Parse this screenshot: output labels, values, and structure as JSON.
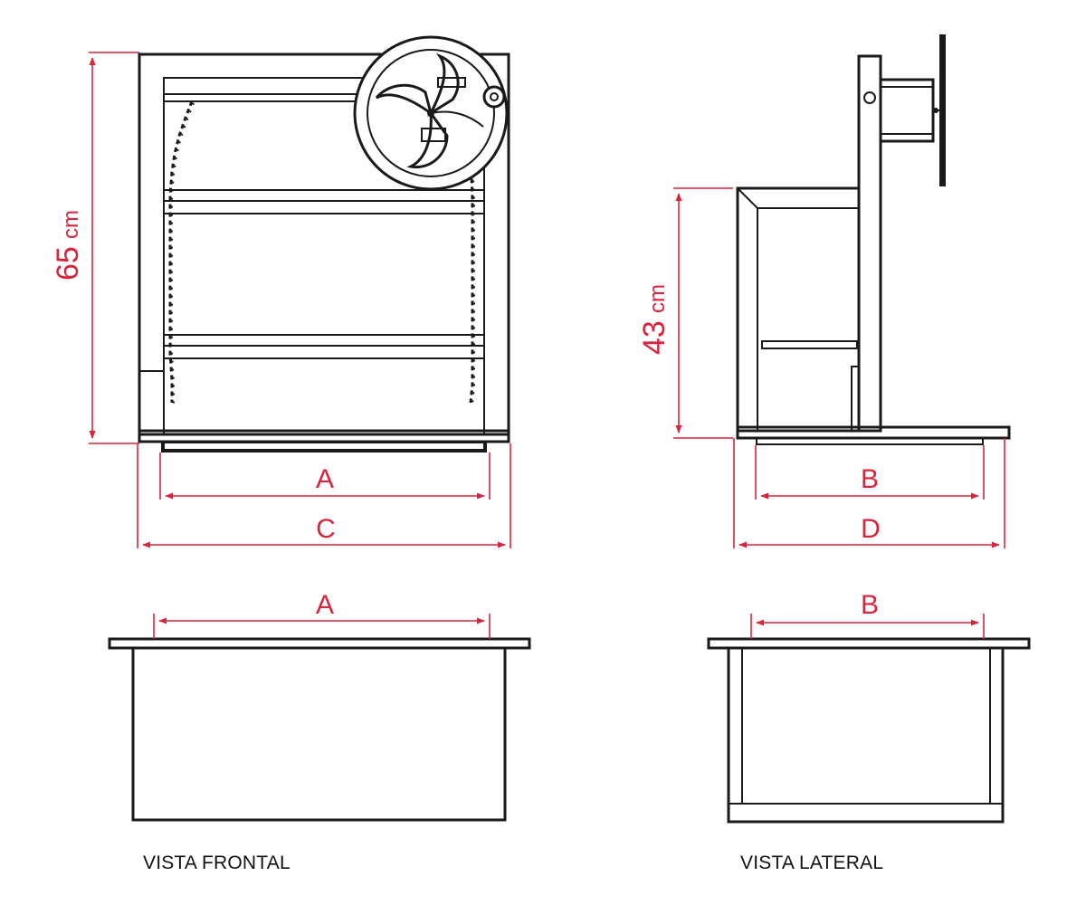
{
  "dimensions": {
    "height_front": {
      "value": "65",
      "unit": "cm"
    },
    "height_side": {
      "value": "43",
      "unit": "cm"
    },
    "label_a": "A",
    "label_b": "B",
    "label_c": "C",
    "label_d": "D"
  },
  "captions": {
    "front": "VISTA FRONTAL",
    "side": "VISTA LATERAL"
  },
  "colors": {
    "dimension": "#d8253d",
    "line": "#1a1a1a"
  }
}
